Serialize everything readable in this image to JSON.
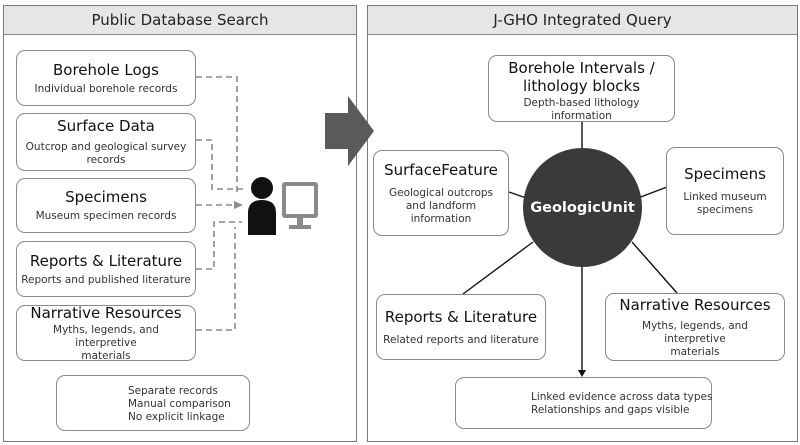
{
  "left_panel": {
    "title": "Public Database Search",
    "boxes": [
      {
        "title": "Borehole Logs",
        "subtitle": "Individual borehole records"
      },
      {
        "title": "Surface Data",
        "subtitle_lines": [
          "Outcrop and geological survey",
          "records"
        ]
      },
      {
        "title": "Specimens",
        "subtitle": "Museum specimen records"
      },
      {
        "title": "Reports & Literature",
        "subtitle": "Reports and published literature"
      },
      {
        "title": "Narrative Resources",
        "subtitle_lines": [
          "Myths, legends, and interpretive",
          "materials"
        ]
      }
    ],
    "legend": {
      "icon": "x-circle-icon",
      "lines": [
        "Separate records",
        "Manual comparison",
        "No explicit linkage"
      ]
    }
  },
  "right_panel": {
    "title": "J-GHO Integrated Query",
    "hub": "GeologicUnit",
    "nodes": {
      "borehole": {
        "title_lines": [
          "Borehole Intervals /",
          "lithology blocks"
        ],
        "subtitle_lines": [
          "Depth-based lithology",
          "information"
        ]
      },
      "surface": {
        "title": "SurfaceFeature",
        "subtitle_lines": [
          "Geological outcrops",
          "and landform",
          "information"
        ]
      },
      "specimens": {
        "title": "Specimens",
        "subtitle_lines": [
          "Linked museum",
          "specimens"
        ]
      },
      "reports": {
        "title": "Reports & Literature",
        "subtitle": "Related reports and literature"
      },
      "narrative": {
        "title": "Narrative Resources",
        "subtitle_lines": [
          "Myths, legends, and interpretive",
          "materials"
        ]
      }
    },
    "legend": {
      "icon": "check-circle-icon",
      "lines": [
        "Linked evidence across data types",
        "Relationships and gaps visible"
      ]
    }
  },
  "colors": {
    "hub": "#3a3a3a",
    "arrow": "#5a5a5a",
    "header": "#e6e6e6",
    "border": "#7a7a7a"
  }
}
